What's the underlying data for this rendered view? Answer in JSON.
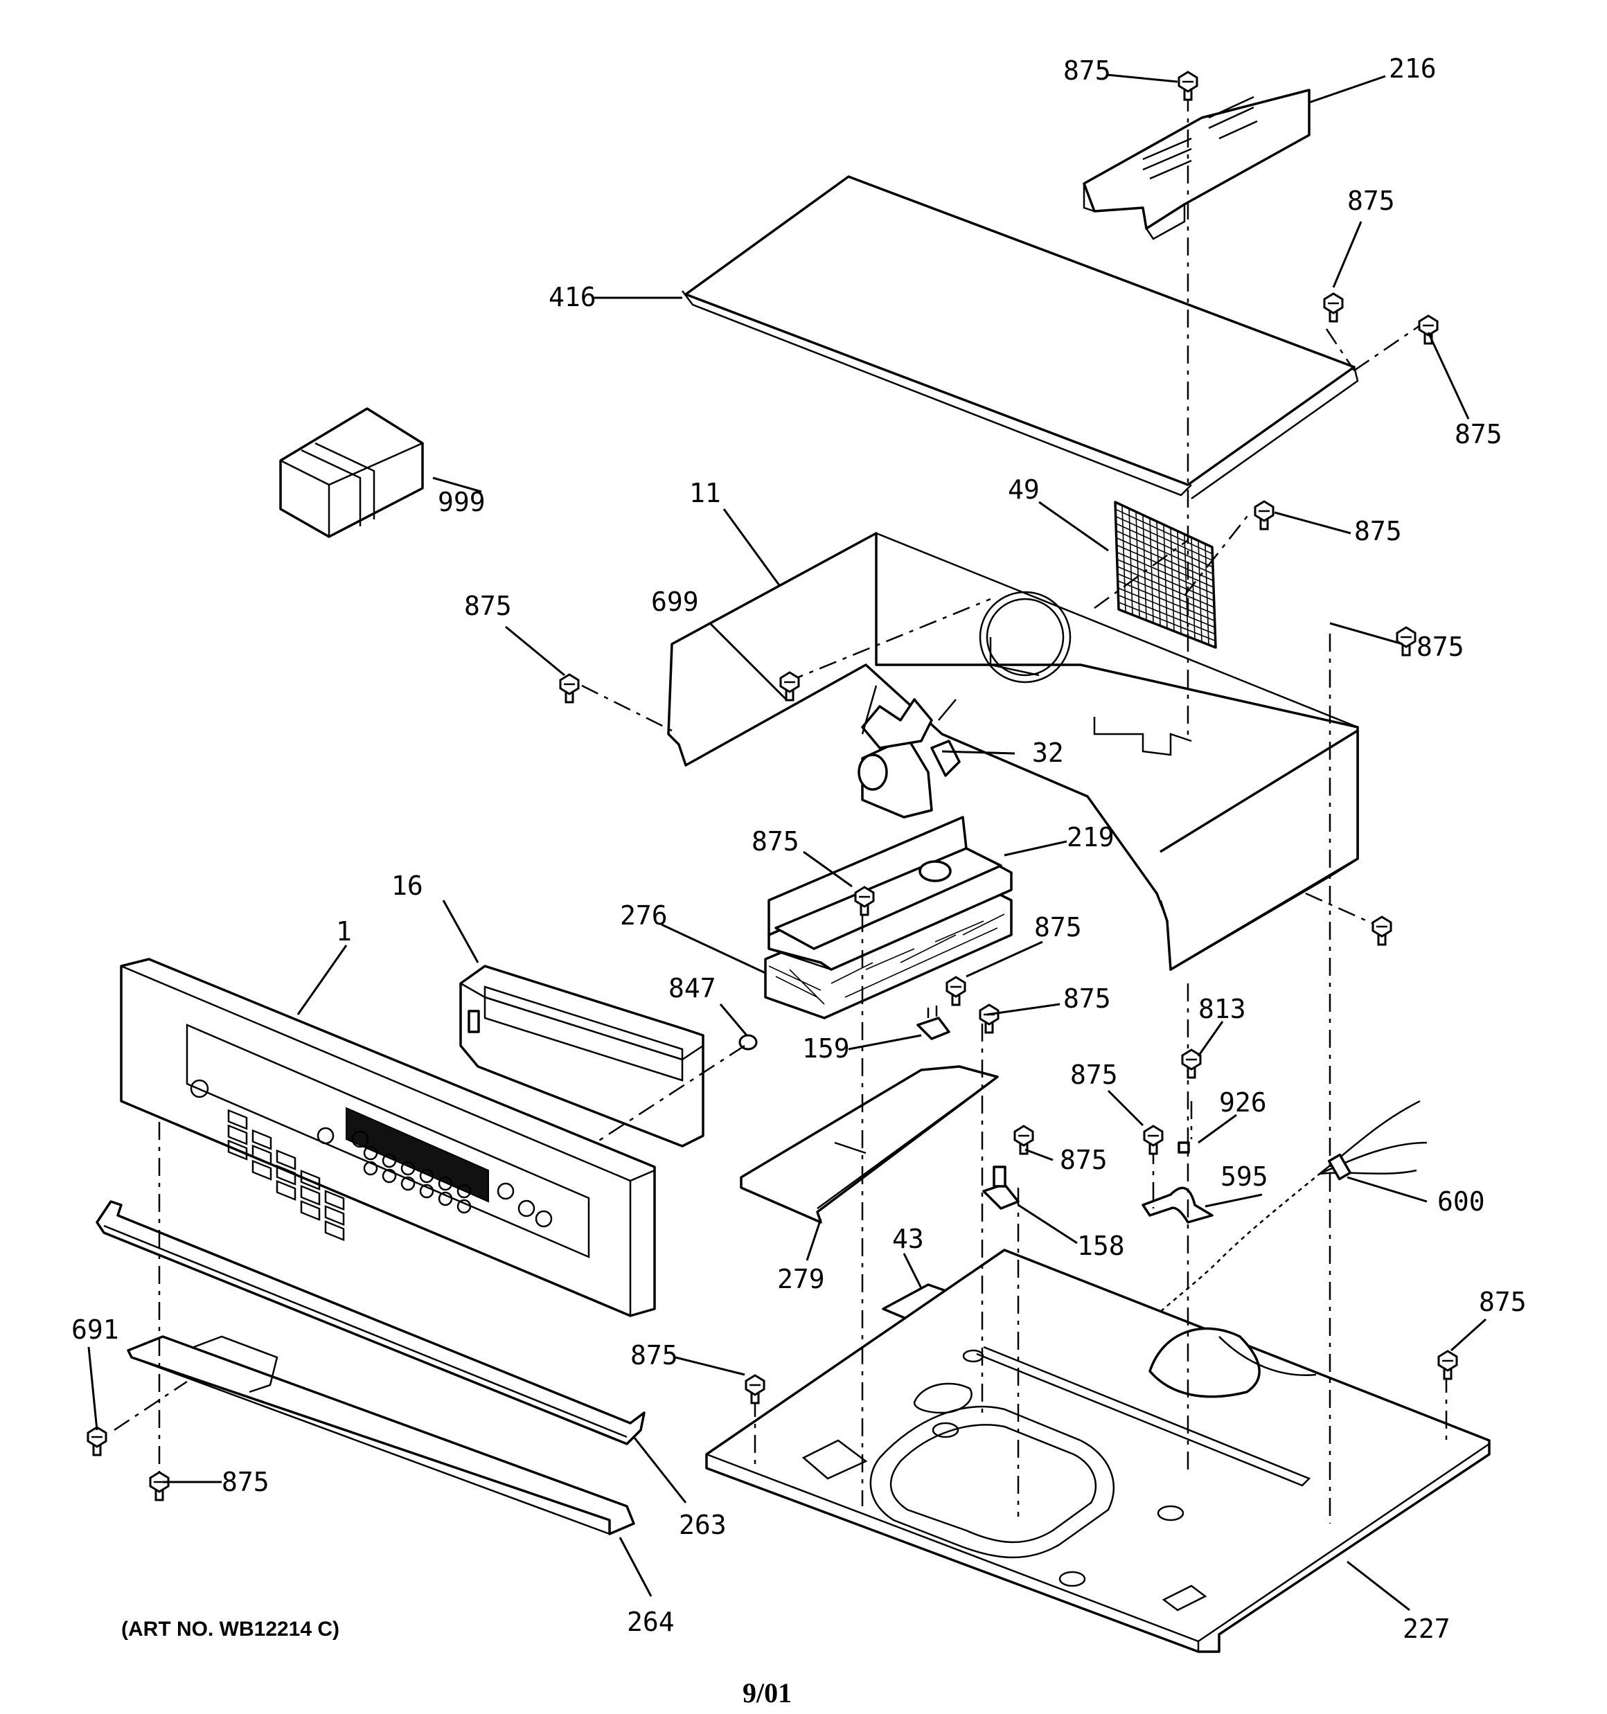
{
  "callouts": {
    "c875_a": "875",
    "c216": "216",
    "c875_b": "875",
    "c416": "416",
    "c875_c": "875",
    "c999": "999",
    "c11": "11",
    "c49": "49",
    "c875_d": "875",
    "c875_e": "875",
    "c699": "699",
    "c875_f": "875",
    "c32": "32",
    "c875_g": "875",
    "c219": "219",
    "c16": "16",
    "c276": "276",
    "c1": "1",
    "c875_h": "875",
    "c847": "847",
    "c875_i": "875",
    "c875_j": "875",
    "c159": "159",
    "c813": "813",
    "c875_k": "875",
    "c926": "926",
    "c875_l": "875",
    "c595": "595",
    "c600": "600",
    "c158": "158",
    "c279": "279",
    "c43": "43",
    "c691": "691",
    "c875_m": "875",
    "c875_n": "875",
    "c875_o": "875",
    "c263": "263",
    "c264": "264",
    "c227": "227"
  },
  "footer": {
    "art_number": "(ART NO. WB12214 C)",
    "date": "9/01"
  }
}
